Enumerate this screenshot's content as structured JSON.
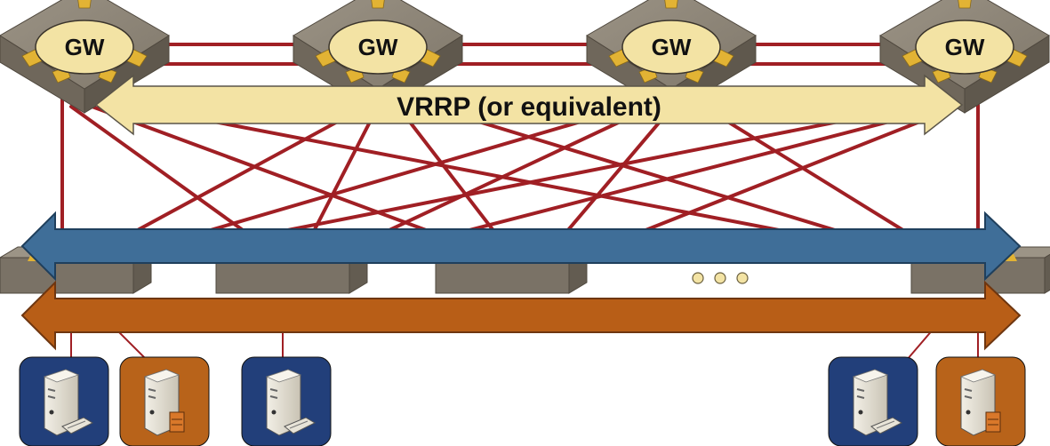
{
  "gateways": [
    {
      "label": "GW"
    },
    {
      "label": "GW"
    },
    {
      "label": "GW"
    },
    {
      "label": "GW"
    }
  ],
  "vrrp": {
    "label": "VRRP (or equivalent)"
  },
  "access_switches": [
    {
      "id": "sw1"
    },
    {
      "id": "sw2"
    },
    {
      "id": "sw3"
    },
    {
      "id": "sw4"
    }
  ],
  "ellipsis": {
    "dots": 3
  },
  "vlans": [
    {
      "color": "#3f6e98"
    },
    {
      "color": "#b85e17"
    }
  ],
  "servers": [
    {
      "vlan": "blue"
    },
    {
      "vlan": "orange"
    },
    {
      "vlan": "blue"
    },
    {
      "vlan": "blue"
    },
    {
      "vlan": "orange"
    }
  ],
  "colors": {
    "link": "#a01f24",
    "switch_body": "#8f877b",
    "switch_arrows": "#e2b334",
    "gw_oval": "#f3e3a4",
    "vrrp_bar": "#f3e3a4",
    "server_blue_bg": "#223f7a",
    "server_orange_bg": "#b8631a"
  }
}
